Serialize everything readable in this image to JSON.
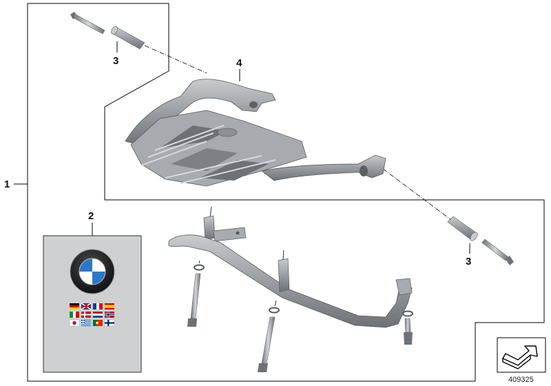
{
  "callouts": {
    "assembly": "1",
    "manual": "2",
    "bolt_top": "3",
    "bolt_bottom": "3",
    "rack": "4"
  },
  "diagram_id": "409325",
  "icons": {
    "logo": "bmw-logo-icon",
    "flags": [
      "de",
      "gb",
      "fr",
      "es",
      "it",
      "dk",
      "nl",
      "no",
      "jp",
      "gr",
      "pt",
      "fi"
    ],
    "nav": "navigation-arrow-icon"
  },
  "colors": {
    "metal": "#9a9da1",
    "metal_dark": "#5d6064",
    "metal_light": "#c9cbce",
    "manual_bg": "#cfd0d2"
  }
}
